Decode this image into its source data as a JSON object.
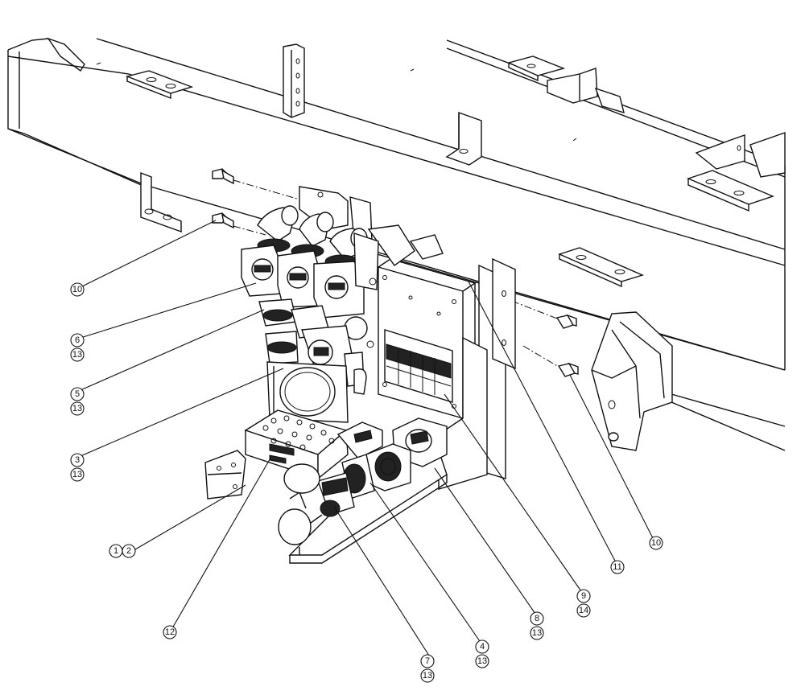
{
  "diagram": {
    "callouts": [
      {
        "id": "c-10a",
        "label": "10"
      },
      {
        "id": "c-6",
        "label": "6"
      },
      {
        "id": "c-13a",
        "label": "13"
      },
      {
        "id": "c-5",
        "label": "5"
      },
      {
        "id": "c-13b",
        "label": "13"
      },
      {
        "id": "c-3",
        "label": "3"
      },
      {
        "id": "c-13c",
        "label": "13"
      },
      {
        "id": "c-1",
        "label": "1"
      },
      {
        "id": "c-2",
        "label": "2"
      },
      {
        "id": "c-12",
        "label": "12"
      },
      {
        "id": "c-7",
        "label": "7"
      },
      {
        "id": "c-13d",
        "label": "13"
      },
      {
        "id": "c-4",
        "label": "4"
      },
      {
        "id": "c-13e",
        "label": "13"
      },
      {
        "id": "c-8",
        "label": "8"
      },
      {
        "id": "c-13f",
        "label": "13"
      },
      {
        "id": "c-9",
        "label": "9"
      },
      {
        "id": "c-14",
        "label": "14"
      },
      {
        "id": "c-11",
        "label": "11"
      },
      {
        "id": "c-10b",
        "label": "10"
      }
    ]
  }
}
